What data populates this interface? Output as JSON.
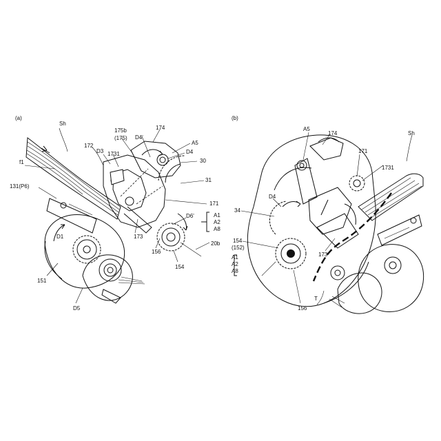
{
  "panel_a": {
    "tag": "(a)",
    "labels": {
      "sh": "Sh",
      "f1": "f1",
      "p131": "131(P6)",
      "l172": "172",
      "d3": "D3",
      "l1731": "1731",
      "l175b": "175b",
      "l175": "(175)",
      "d4p": "D4'",
      "l174": "174",
      "a5": "A5",
      "d4": "D4",
      "l30": "30",
      "l31": "31",
      "l171": "171",
      "d6p": "D6'",
      "a1": "A1",
      "a2": "A2",
      "a8": "A8",
      "l173": "173",
      "l156": "156",
      "l154": "154",
      "l20b": "20b",
      "d1": "D1",
      "l151": "151",
      "d5": "D5"
    }
  },
  "panel_b": {
    "tag": "(b)",
    "labels": {
      "a5": "A5",
      "l174": "174",
      "sh": "Sh",
      "l171": "171",
      "l1731": "1731",
      "d4": "D4",
      "l34": "34",
      "l154": "154",
      "l152": "(152)",
      "a1": "A1",
      "a2": "A2",
      "a8": "A8",
      "l173": "173",
      "l156": "156",
      "t": "T"
    }
  }
}
